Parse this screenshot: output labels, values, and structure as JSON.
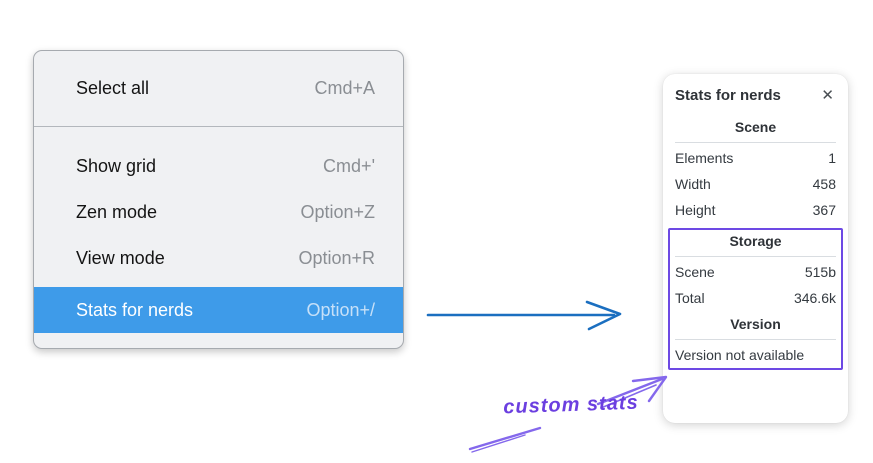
{
  "colors": {
    "highlight_blue": "#3e9be9",
    "arrow_blue": "#1b6fc0",
    "annotation_purple": "#6d49e4",
    "menu_background": "#f0f1f3",
    "panel_background": "#ffffff"
  },
  "menu": {
    "sections": [
      {
        "items": [
          {
            "label": "Select all",
            "shortcut": "Cmd+A"
          }
        ]
      },
      {
        "items": [
          {
            "label": "Show grid",
            "shortcut": "Cmd+'"
          },
          {
            "label": "Zen mode",
            "shortcut": "Option+Z"
          },
          {
            "label": "View mode",
            "shortcut": "Option+R"
          },
          {
            "label": "Stats for nerds",
            "shortcut": "Option+/",
            "highlighted": true
          }
        ]
      }
    ]
  },
  "stats_panel": {
    "title": "Stats for nerds",
    "close_icon": "✕",
    "scene": {
      "header": "Scene",
      "rows": [
        {
          "label": "Elements",
          "value": "1"
        },
        {
          "label": "Width",
          "value": "458"
        },
        {
          "label": "Height",
          "value": "367"
        }
      ]
    },
    "storage": {
      "header": "Storage",
      "rows": [
        {
          "label": "Scene",
          "value": "515b"
        },
        {
          "label": "Total",
          "value": "346.6k"
        }
      ]
    },
    "version": {
      "header": "Version",
      "note": "Version not available"
    }
  },
  "annotations": {
    "label": "custom stats"
  }
}
